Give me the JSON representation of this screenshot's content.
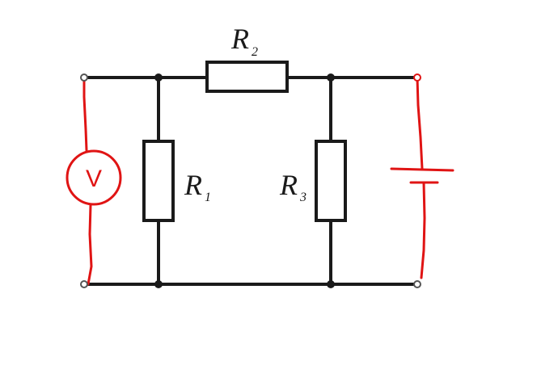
{
  "diagram": {
    "labels": {
      "r1": {
        "letter": "R",
        "sub": "1"
      },
      "r2": {
        "letter": "R",
        "sub": "2"
      },
      "r3": {
        "letter": "R",
        "sub": "3"
      },
      "voltmeter": "V"
    },
    "colors": {
      "wire": "#1a1a1a",
      "annotation": "#e01414"
    }
  }
}
